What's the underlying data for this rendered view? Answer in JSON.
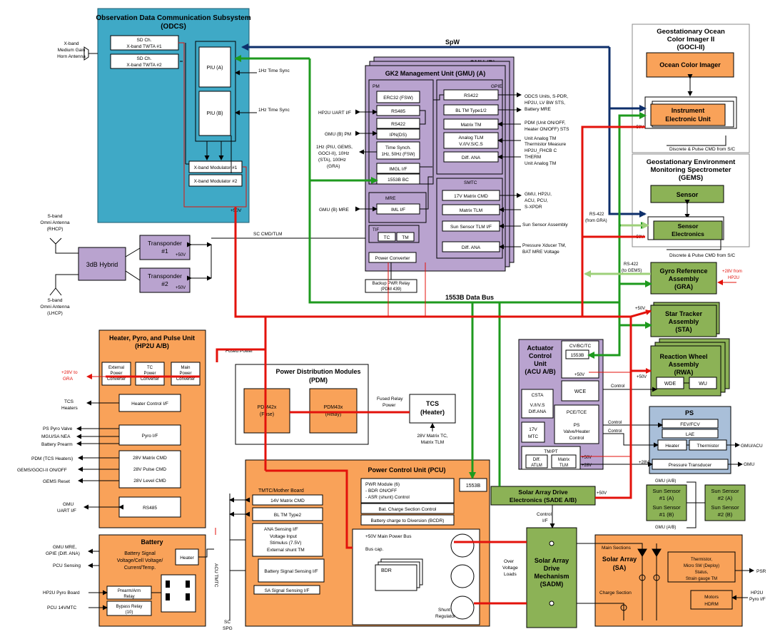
{
  "buses": {
    "spw": "SpW",
    "data_bus": "1553B Data Bus"
  },
  "odcs": {
    "title": [
      "Observation Data Communication Subsystem",
      "(ODCS)"
    ],
    "antenna": [
      "X-band",
      "Medium Gain",
      "Horn Antenna"
    ],
    "sd1": [
      "SD Ch.",
      "X-band TWTA #1"
    ],
    "sd2": [
      "SD Ch.",
      "X-band TWTA #2"
    ],
    "piu_a": "PIU (A)",
    "piu_b": "PIU (B)",
    "time_sync": "1Hz Time Sync",
    "mod1": "X-band Modulator #1",
    "mod2": "X-band Modulator #2",
    "v50": "+50V"
  },
  "sband": {
    "rhcp": [
      "S-band",
      "Omni Antenna",
      "(RHCP)"
    ],
    "lhcp": [
      "S-band",
      "Omni Antenna",
      "(LHCP)"
    ],
    "hybrid": "3dB Hybrid",
    "tr1": [
      "Transponder",
      "#1"
    ],
    "tr2": [
      "Transponder",
      "#2"
    ],
    "v50": "+50V",
    "sc_cmd": "SC CMD/TLM"
  },
  "gmu": {
    "gmu_b": "GMU (B)",
    "title": "GK2 Management Unit (GMU) (A)",
    "pm": "PM",
    "gpie": "GPIE",
    "smtc": "SMTC",
    "mre": "MRE",
    "tif": "TIF",
    "pm_items": [
      "ERC32 (FSW)",
      "RS485",
      "RS422",
      "IPN(DS)"
    ],
    "time_synch": [
      "Time Synch.",
      "1Hz, 50Hz (FSW)"
    ],
    "imgl": "IMGL I/F",
    "bc": "1553B BC",
    "iml": "IML I/F",
    "tc": "TC",
    "tm": "TM",
    "power_conv": "Power Converter",
    "gpie_items": [
      "RS422",
      "BL TM Type1/2",
      "Matrix TM"
    ],
    "analog_tlm": [
      "Analog TLM",
      "V./I/V.S/C.S"
    ],
    "diff_ana": "Diff. ANA",
    "smtc_items": [
      "17V Matrix CMD",
      "Matrix TLM",
      "Sun Sensor TLM I/F",
      "Diff. ANA"
    ],
    "left_labels": [
      "HP2U UART I/F",
      "GMU (B) PM",
      "1Hz (PIU, GEMS,",
      "GOCI-II), 10Hz",
      "(STA), 100Hz",
      "(GRA)",
      "GMU (B) MRE"
    ],
    "right_labels": [
      "ODCS Units, S-PDR,",
      "HP2U, LV BW STS,",
      "Battery MRE",
      "PDM (Unit ON/OFF,",
      "Heater ON/OFF) STS",
      "Unit Analog TM",
      "Thermistor Measure",
      "HP2U_FHCB C",
      "THERM",
      "Unit Analog TM",
      "GMU, HP2U,",
      "ACU, PCU,",
      "S-XPDR",
      "Sun Sensor Assembly",
      "Pressure Xducer TM,",
      "BAT MRE Voltage"
    ],
    "backup": [
      "Backup PWR Relay",
      "(PDM 439)"
    ]
  },
  "goci": {
    "title": [
      "Geostationary Ocean",
      "Color Imager II",
      "(GOCI-II)"
    ],
    "imager": "Ocean Color Imager",
    "ieu": [
      "Instrument",
      "Electronic Unit"
    ],
    "v50": "+50V",
    "discrete": "Discrete & Pulse CMD from S/C"
  },
  "gems": {
    "title": [
      "Geostationary Environment",
      "Monitoring Spectrometer",
      "(GEMS)"
    ],
    "sensor": "Sensor",
    "se": [
      "Sensor",
      "Electronics"
    ],
    "rs422": [
      "RS-422",
      "(from GRA)"
    ],
    "v50": "+50V",
    "discrete": "Discrete & Pulse CMD from S/C"
  },
  "gra": {
    "title": [
      "Gyro Reference",
      "Assembly",
      "(GRA)"
    ],
    "rs422": [
      "RS-422",
      "(to GEMS)"
    ],
    "p28": [
      "+28V from",
      "HP2U"
    ]
  },
  "sta": {
    "title": [
      "Star Tracker",
      "Assembly",
      "(STA)"
    ],
    "v50": "+50V"
  },
  "rwa": {
    "title": [
      "Reaction Wheel",
      "Assembly",
      "(RWA)"
    ],
    "wde": "WDE",
    "wu": "WU",
    "v50": "+50V",
    "control": "Control"
  },
  "hp2u": {
    "title": [
      "Heater, Pyro, and Pulse Unit",
      "(HP2U A/B)"
    ],
    "ext_pc": [
      "External",
      "Power",
      "Converter"
    ],
    "tc_pc": [
      "TC",
      "Power",
      "Converter"
    ],
    "main_pc": [
      "Main",
      "Power",
      "Converter"
    ],
    "heater_ctrl": "Heater Control I/F",
    "pyro": "Pyro I/F",
    "matrix": [
      "28V Matrix CMD",
      "28V Pulse CMD",
      "28V Level CMD"
    ],
    "rs485": "RS485",
    "left": [
      "+28V to",
      "GRA",
      "TCS",
      "Heaters",
      "PS Pyro Valve",
      "MGU/SA NEA",
      "Battery Prearm",
      "PDM (TCS Heaters)",
      "GEMS/GOCI-II  ON/OFF",
      "GEMS Reset",
      "GMU",
      "UART I/F"
    ],
    "fused_power": "Fused Power"
  },
  "battery": {
    "title": "Battery",
    "signal": [
      "Battery Signal",
      "Voltage/Cell Voltage/",
      "Current/Temp."
    ],
    "heater": "Heater",
    "prearm": [
      "Prearm/Arm",
      "Relay"
    ],
    "bypass": [
      "Bypass Relay",
      "(10)"
    ],
    "acu": "ACU TMTC",
    "left": [
      "GMU MRE,",
      "GPIE (Diff. ANA)",
      "PCU Sensing",
      "HP2U Pyro Board",
      "PCU 14VMTC"
    ],
    "sc_spg": [
      "SC",
      "SPG"
    ]
  },
  "pdm": {
    "title": [
      "Power Distribution Modules",
      "(PDM)"
    ],
    "pdm42": [
      "PDM42x",
      "(Fuse)"
    ],
    "pdm43": [
      "PDM43x",
      "(Relay)"
    ],
    "fused_relay": [
      "Fused Relay",
      "Power"
    ]
  },
  "tcs": {
    "title": [
      "TCS",
      "(Heater)"
    ],
    "sub": [
      "28V Matrix TC,",
      "Matrix TLM"
    ]
  },
  "pcu": {
    "title": "Power Control Unit (PCU)",
    "b1553": "1553B",
    "tmtc": "TMTC/Mother Board",
    "matrix": "14V Matrix CMD",
    "bltm": "BL TM Type2",
    "ana": [
      "ANA Sensing I/F",
      "Voltage Input",
      "Stimulus (7.5V)",
      "External shunt TM"
    ],
    "bat_sig": "Battery Signal Sensing I/F",
    "sa_sig": "SA Signal Sensing I/F",
    "pwr": [
      "PWR Module (6)",
      "- BDR ON/OFF",
      "- ASR (shunt) Control"
    ],
    "bat_charge": "Bat. Charge Section Control",
    "bcdr": "Battery charge to Diversion (BCDR)",
    "bus": "+50V Main Power Bus",
    "buscap": "Bus cap.",
    "bdr": "BDR",
    "shunt": [
      "Shunt",
      "Regulator"
    ],
    "ovl": [
      "Over",
      "Voltage",
      "Loads"
    ]
  },
  "acu": {
    "title": [
      "Actuator",
      "Control",
      "Unit",
      "(ACU A/B)"
    ],
    "cv": "CV/BC/TC",
    "b1553": "1553B",
    "v50": "+50V",
    "wce": "WCE",
    "csta": "CSTA",
    "vivs": [
      "V./I/V.S",
      "Diff.ANA"
    ],
    "mtc": [
      "17V",
      "MTC"
    ],
    "pce": [
      "PCE/TCE",
      "PS",
      "Valve/Heater",
      "Control"
    ],
    "tmpt": "TM/PT",
    "diff_atlm": [
      "Diff.",
      "ATLM"
    ],
    "matrix_tlm": [
      "Matrix",
      "TLM"
    ],
    "v50b": "+50V",
    "v28": "+28V"
  },
  "ps": {
    "title": "PS",
    "fev": "FEV/FCV",
    "lae": "LAE",
    "heater": "Heater",
    "therm": "Thermistor",
    "pt": "Pressure Transducer",
    "control1": "Control",
    "control2": "Control",
    "v28": "+28V",
    "gmu_acu": "GMU/ACU",
    "gmu": "GMU"
  },
  "sun": {
    "a1": [
      "Sun Sensor",
      "#1 (A)"
    ],
    "b1": [
      "Sun Sensor",
      "#1 (B)"
    ],
    "a2": [
      "Sun Sensor",
      "#2 (A)"
    ],
    "b2": [
      "Sun Sensor",
      "#2 (B)"
    ],
    "gmu_a": "GMU (A/B)",
    "gmu_b": "GMU (A/B)"
  },
  "sade": {
    "title": [
      "Solar Array Drive",
      "Electronics (SADE A/B)"
    ],
    "v50": "+50V",
    "control": [
      "Control",
      "I/F"
    ]
  },
  "sadm": {
    "title": [
      "Solar Array",
      "Drive",
      "Mechanism",
      "(SADM)"
    ]
  },
  "sa": {
    "title": [
      "Solar Array",
      "(SA)"
    ],
    "main": "Main Sections",
    "charge": "Charge Section",
    "therm": [
      "Thermistor,",
      "Micro SW (Deploy)",
      "Status,",
      "Strain gauge TM"
    ],
    "motors": [
      "Motors",
      "HDRM"
    ],
    "psr": "PSR",
    "hp2u": [
      "HP2U",
      "Pyro I/F"
    ]
  },
  "colors": {
    "odcs": "#3fa9c6",
    "gmu": "#b9a3cf",
    "orange": "#f9a259",
    "green": "#8cb256",
    "ps": "#a9bfd9",
    "red": "#e3120b",
    "darkgreen": "#1e9a1e",
    "navy": "#0e2f6b",
    "lightgreen": "#9ed07a"
  }
}
